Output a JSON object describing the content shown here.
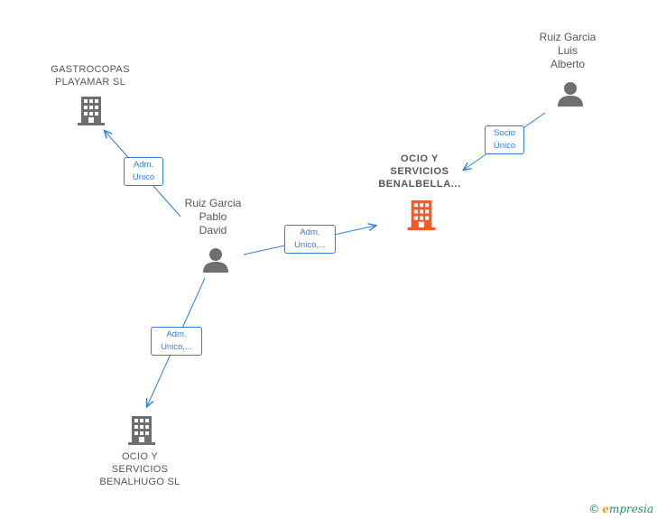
{
  "nodes": {
    "gastrocopas": {
      "label": "GASTROCOPAS\nPLAYAMAR  SL",
      "kind": "company"
    },
    "ocio_benalbella": {
      "label": "OCIO Y\nSERVICIOS\nBENALBELLA...",
      "kind": "company-focus"
    },
    "ocio_benalhugo": {
      "label": "OCIO Y\nSERVICIOS\nBENALHUGO SL",
      "kind": "company"
    },
    "ruiz_pablo": {
      "label": "Ruiz Garcia\nPablo\nDavid",
      "kind": "person"
    },
    "ruiz_luis": {
      "label": "Ruiz Garcia\nLuis\nAlberto",
      "kind": "person"
    }
  },
  "edges": [
    {
      "from": "ruiz_pablo",
      "to": "gastrocopas",
      "label": "Adm.\nUnico"
    },
    {
      "from": "ruiz_pablo",
      "to": "ocio_benalbella",
      "label": "Adm.\nUnico,..."
    },
    {
      "from": "ruiz_pablo",
      "to": "ocio_benalhugo",
      "label": "Adm.\nUnico,..."
    },
    {
      "from": "ruiz_luis",
      "to": "ocio_benalbella",
      "label": "Socio\nÚnico"
    }
  ],
  "colors": {
    "edge": "#2f7fd6",
    "icon_gray": "#6f6f6f",
    "icon_focus": "#f0592a"
  },
  "footer": {
    "copyright": "©",
    "brand_initial": "e",
    "brand_rest": "mpresia"
  }
}
